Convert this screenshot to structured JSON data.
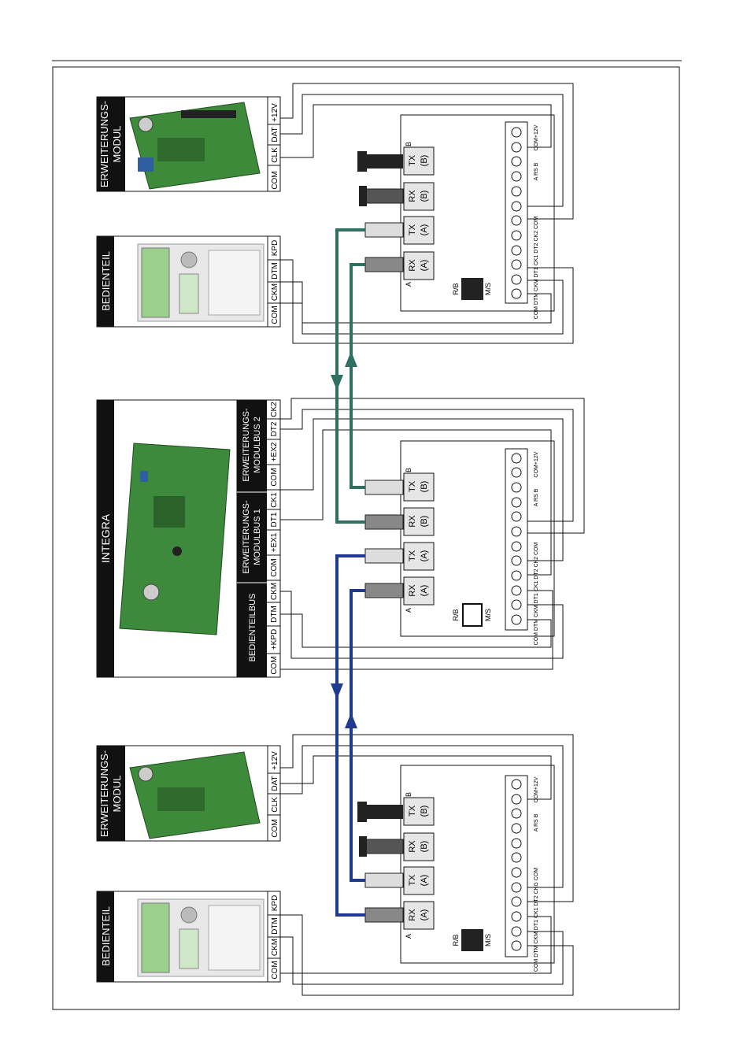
{
  "modules": {
    "erweiterungsmodul": {
      "title_line1": "ERWEITERUNGS-",
      "title_line2": "MODUL",
      "terminals": [
        "COM",
        "CLK",
        "DAT",
        "+12V"
      ]
    },
    "bedienteil": {
      "title": "BEDIENTEIL",
      "terminals": [
        "COM",
        "CKM",
        "DTM",
        "KPD"
      ]
    },
    "integra": {
      "title": "INTEGRA",
      "bus_labels": {
        "bedienteilbus": "BEDIENTEILBUS",
        "modulbus1_line1": "ERWEITERUNGS-",
        "modulbus1_line2": "MODULBUS 1",
        "modulbus2_line1": "ERWEITERUNGS-",
        "modulbus2_line2": "MODULBUS 2"
      },
      "terminals": [
        "COM",
        "+KPD",
        "DTM",
        "CKM",
        "COM",
        "+EX1",
        "DT1",
        "CK1",
        "COM",
        "+EX2",
        "DT2",
        "CK2"
      ]
    }
  },
  "converter": {
    "ports": {
      "rx_a_1": "RX",
      "rx_a_2": "(A)",
      "tx_a_1": "TX",
      "tx_a_2": "(A)",
      "rx_b_1": "RX",
      "rx_b_2": "(B)",
      "tx_b_1": "TX",
      "tx_b_2": "(B)"
    },
    "side_a": "A",
    "side_b": "B",
    "jumper_rb": "R/B",
    "jumper_ms": "M/S",
    "terminal_labels_bottom": "COM DTM CKM DT1 CK1 DT2 CK2 COM",
    "terminal_labels_bottom_alt": "COM DTM CKM DT1 CK1 DT2 CKG COM",
    "terminal_labels_rs": "A RS B",
    "terminal_labels_top": "COM+12V"
  },
  "colors": {
    "green_fiber": "#2f7060",
    "blue_fiber": "#1f3a8f",
    "black": "#111111"
  }
}
